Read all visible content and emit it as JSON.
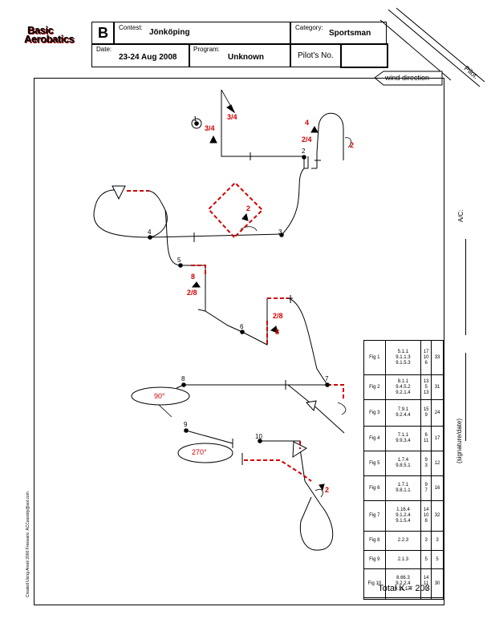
{
  "logo": {
    "line1": "Basic",
    "line2": "Aerobatics"
  },
  "header": {
    "sequence_letter": "B",
    "contest_label": "Contest:",
    "contest_value": "Jönköping",
    "category_label": "Category:",
    "category_value": "Sportsman",
    "date_label": "Date:",
    "date_value": "23-24 Aug 2008",
    "program_label": "Program:",
    "program_value": "Unknown",
    "pilot_no_label": "Pilot's No.",
    "pilot_label": "Pilot:",
    "wind_direction": "wind direction"
  },
  "side": {
    "ac_label": "A/C:",
    "signature_label": "(signature/date)",
    "footer": "Created Using Aresti 2000 Freeware. ACCassisty@aol.com"
  },
  "diagram": {
    "figure_numbers": [
      "1",
      "2",
      "3",
      "4",
      "5",
      "6",
      "7",
      "8",
      "9",
      "10"
    ],
    "roll_labels": {
      "f1_top": "3/4",
      "f1_left": "3/4",
      "f2_a": "4",
      "f2_b": "2/4",
      "f2_c": "2",
      "f3": "2",
      "f5_a": "8",
      "f5_b": "2/8",
      "f6_a": "2/8",
      "f6_b": "8",
      "f10": "2"
    },
    "turn_labels": {
      "f8": "90°",
      "f9": "270°"
    }
  },
  "k_table": {
    "rows": [
      {
        "fig": "Fig 1",
        "catalog": [
          "5.1.1",
          "9.1.1.3",
          "9.1.5.3"
        ],
        "k": [
          "17",
          "10",
          "6"
        ],
        "total": "33"
      },
      {
        "fig": "Fig 2",
        "catalog": [
          "8.1.1",
          "9.4.5.2",
          "9.2.1.4"
        ],
        "k": [
          "13",
          "5",
          "13"
        ],
        "total": "31"
      },
      {
        "fig": "Fig 3",
        "catalog": [
          "7.9.1",
          "9.2.4.4"
        ],
        "k": [
          "15",
          "9"
        ],
        "total": "24"
      },
      {
        "fig": "Fig 4",
        "catalog": [
          "7.1.1",
          "9.9.3.4"
        ],
        "k": [
          "6",
          "11"
        ],
        "total": "17"
      },
      {
        "fig": "Fig 5",
        "catalog": [
          "1.7.4",
          "9.8.5.1"
        ],
        "k": [
          "9",
          "3"
        ],
        "total": "12"
      },
      {
        "fig": "Fig 6",
        "catalog": [
          "1.7.1",
          "9.8.1.1"
        ],
        "k": [
          "9",
          "7"
        ],
        "total": "16"
      },
      {
        "fig": "Fig 7",
        "catalog": [
          "1.16.4",
          "9.1.2.4",
          "9.1.5.4"
        ],
        "k": [
          "14",
          "10",
          "8"
        ],
        "total": "32"
      },
      {
        "fig": "Fig 8",
        "catalog": [
          "2.2.3"
        ],
        "k": [
          "3"
        ],
        "total": "3"
      },
      {
        "fig": "Fig 9",
        "catalog": [
          "2.1.3"
        ],
        "k": [
          "5"
        ],
        "total": "5"
      },
      {
        "fig": "Fig 10",
        "catalog": [
          "8.66.3",
          "9.2.2.4",
          "9.11.1.4"
        ],
        "k": [
          "14",
          "11",
          "5"
        ],
        "total": "30"
      }
    ],
    "total_label": "Total K = 203"
  }
}
